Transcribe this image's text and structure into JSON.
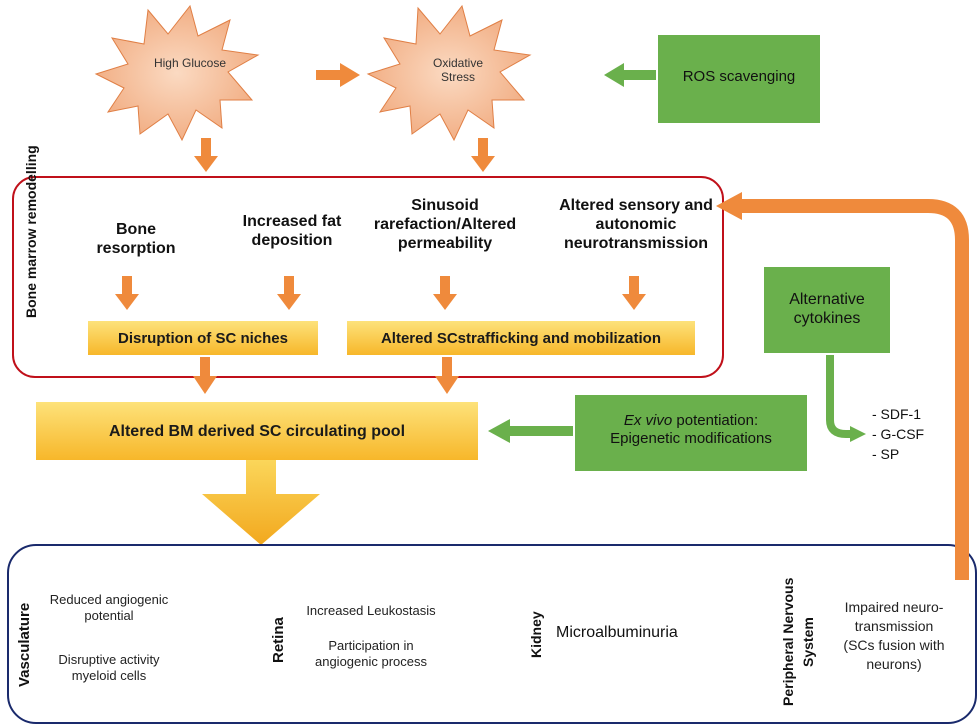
{
  "colors": {
    "arrow": "#ef8a3c",
    "green_box": "#6ab04c",
    "green_arrow": "#6ab04c",
    "yellow_box": "#fbc531",
    "red_border": "#c0101a",
    "navy_border": "#1a2a6c",
    "starburst": "#f4b48c"
  },
  "stressors": {
    "high_glucose": "High Glucose",
    "oxidative_stress": "Oxidative Stress"
  },
  "ros_scavenging": "ROS scavenging",
  "bone_marrow": {
    "label": "Bone marrow remodelling",
    "bone_resorption": "Bone resorption",
    "fat_deposition": "Increased fat deposition",
    "sinusoid": "Sinusoid rarefaction/Altered permeability",
    "sensory": "Altered sensory and autonomic neurotransmission",
    "niches": "Disruption of SC niches",
    "trafficking": "Altered SCstrafficking and mobilization"
  },
  "alternative_cytokines": "Alternative cytokines",
  "cytokine_list": [
    "- SDF-1",
    "- G-CSF",
    "- SP"
  ],
  "circulating_pool": "Altered BM derived SC circulating pool",
  "ex_vivo": {
    "italic": "Ex vivo",
    "rest": "potentiation:",
    "line2": "Epigenetic modifications"
  },
  "organs": {
    "vasculature": {
      "label": "Vasculature",
      "items": [
        "Reduced angiogenic potential",
        "Disruptive activity myeloid cells"
      ]
    },
    "retina": {
      "label": "Retina",
      "items": [
        "Increased Leukostasis",
        "Participation in angiogenic process"
      ]
    },
    "kidney": {
      "label": "Kidney",
      "items": [
        "Microalbuminuria"
      ]
    },
    "pns": {
      "label": "Peripheral Nervous System",
      "items": [
        "Impaired neuro-transmission (SCs fusion with neurons)"
      ]
    }
  }
}
